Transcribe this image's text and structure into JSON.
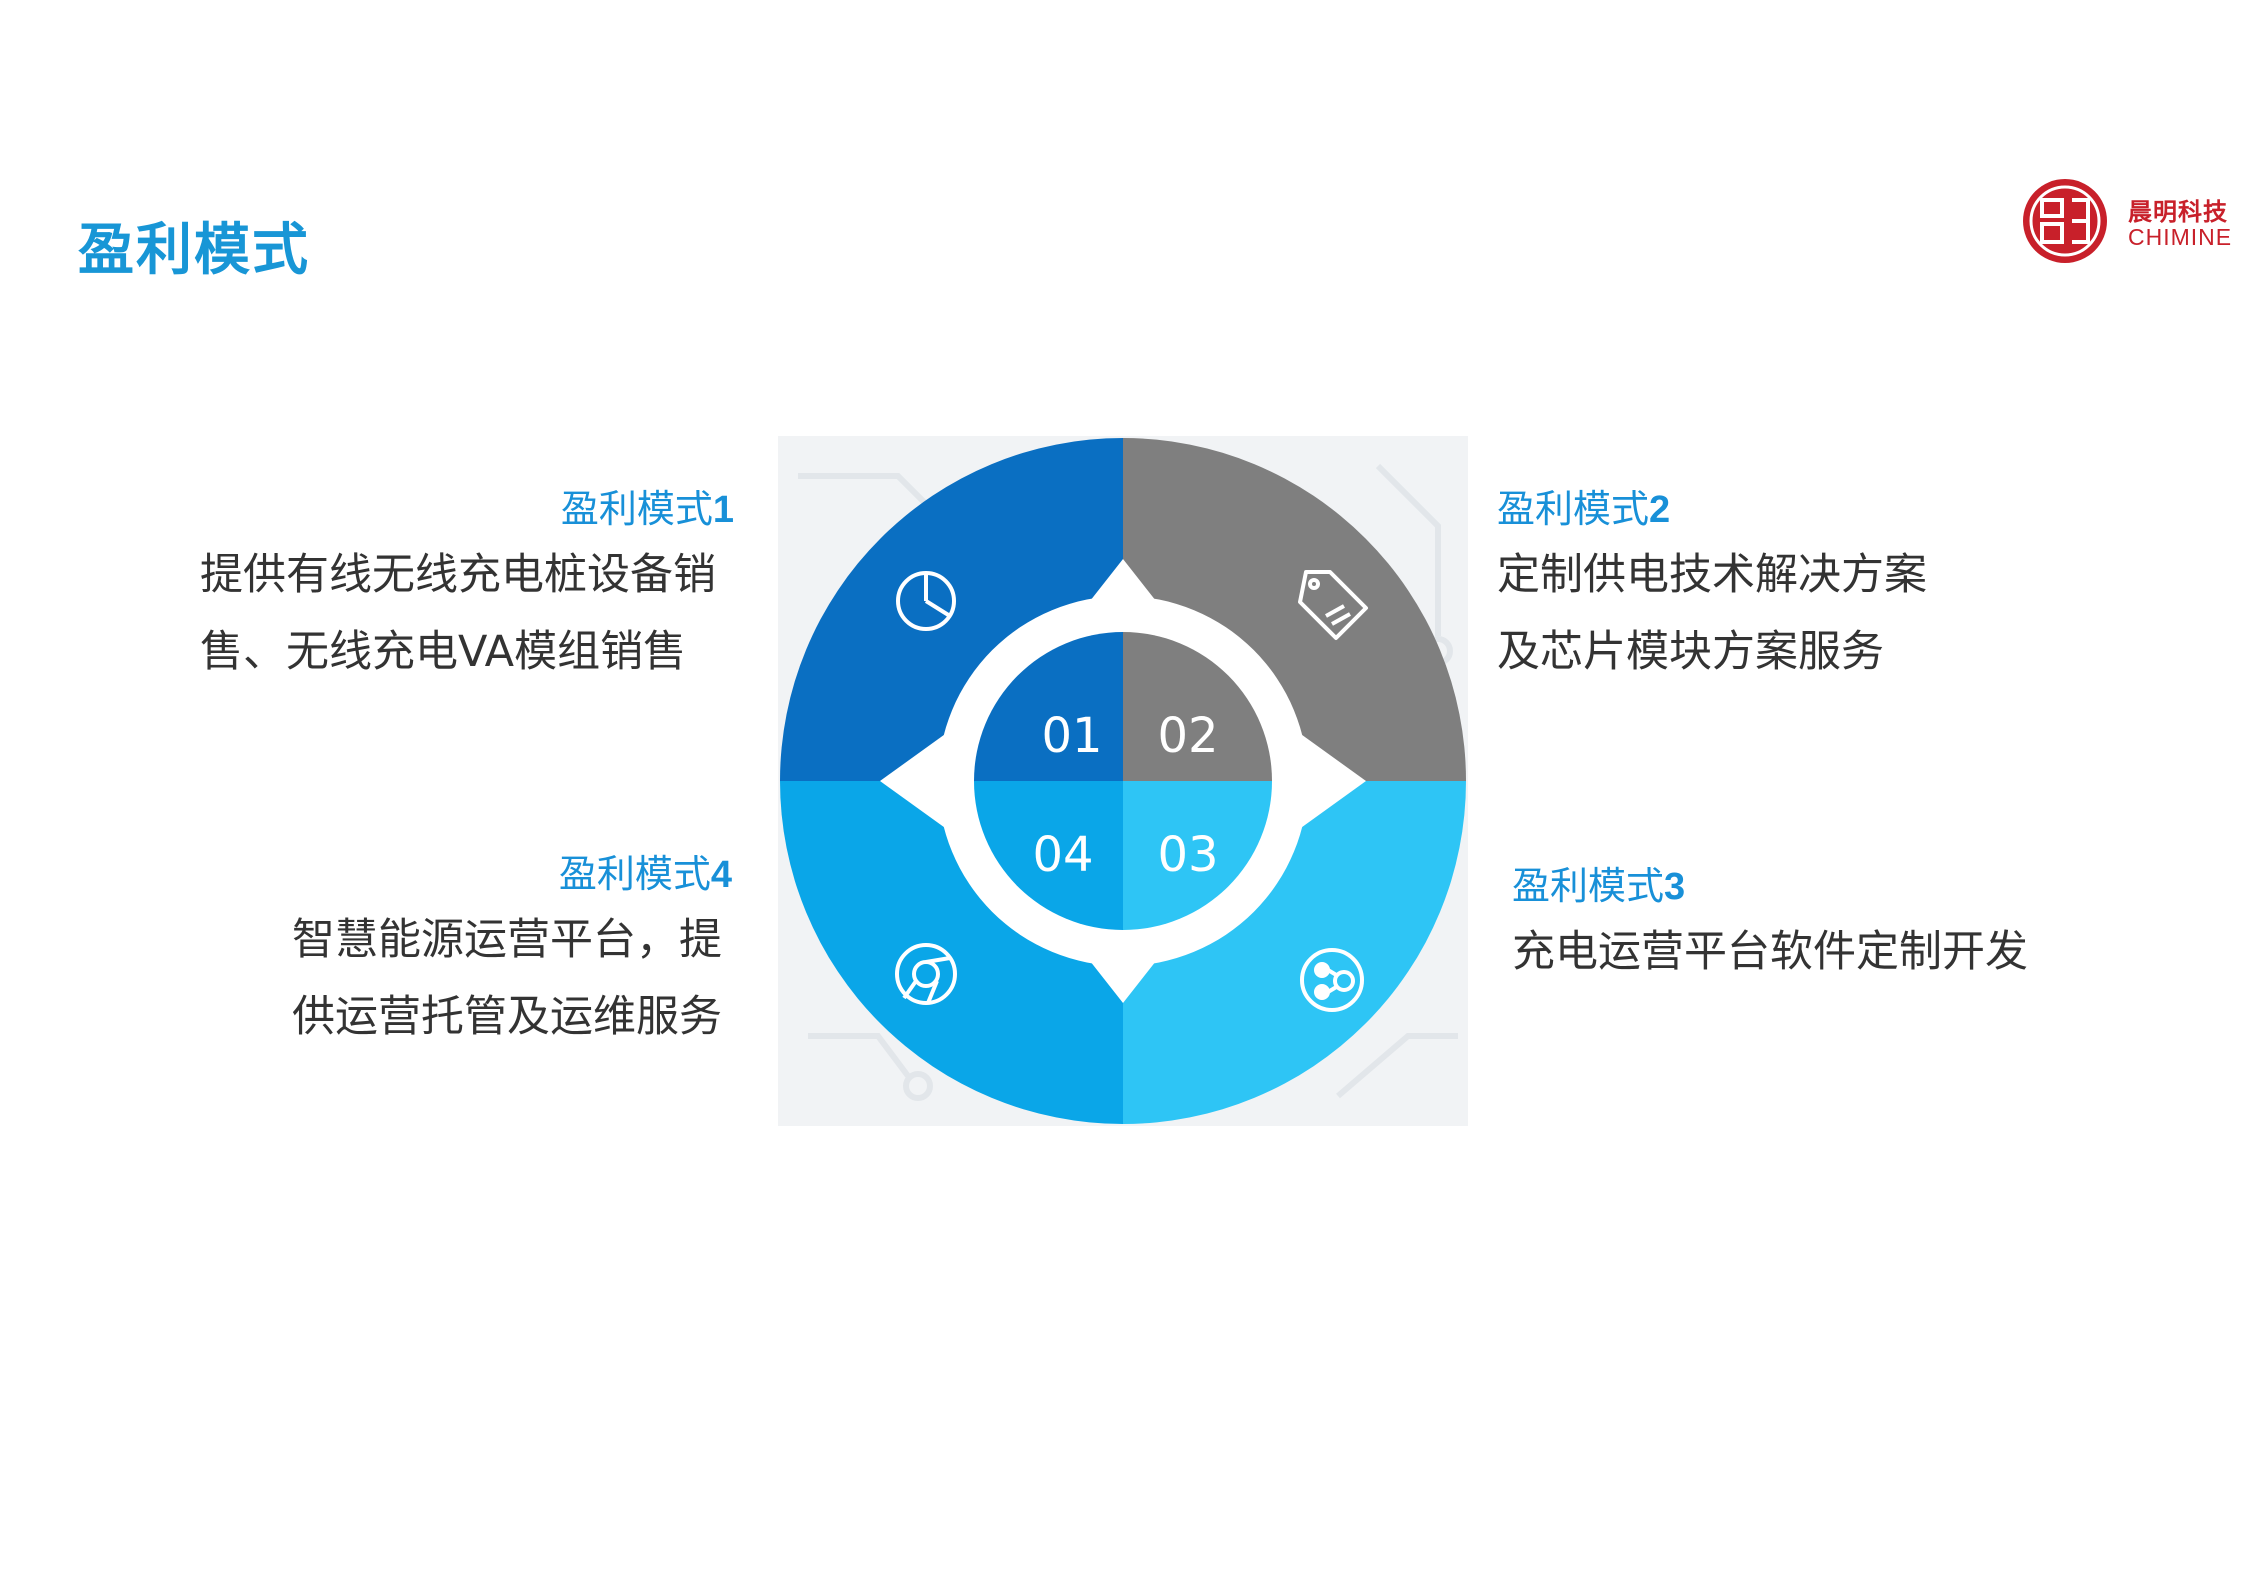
{
  "page": {
    "title": "盈利模式"
  },
  "logo": {
    "name_cn": "晨明科技",
    "name_en": "CHIMINE"
  },
  "diagram": {
    "segments": [
      {
        "number": "01",
        "icon": "pie-chart-icon",
        "color": "#0a6fc2"
      },
      {
        "number": "02",
        "icon": "price-tag-icon",
        "color": "#7f7f7f"
      },
      {
        "number": "03",
        "icon": "share-nodes-icon",
        "color": "#2ec5f5"
      },
      {
        "number": "04",
        "icon": "chrome-icon",
        "color": "#0aa6e8"
      }
    ]
  },
  "modes": [
    {
      "title": "盈利模式",
      "num": "1",
      "lines": [
        "提供有线无线充电桩设备销",
        "售、无线充电VA模组销售"
      ]
    },
    {
      "title": "盈利模式",
      "num": "2",
      "lines": [
        "定制供电技术解决方案",
        "及芯片模块方案服务"
      ]
    },
    {
      "title": "盈利模式",
      "num": "3",
      "lines": [
        "充电运营平台软件定制开发"
      ]
    },
    {
      "title": "盈利模式",
      "num": "4",
      "lines": [
        "智慧能源运营平台，提",
        "供运营托管及运维服务"
      ]
    }
  ]
}
